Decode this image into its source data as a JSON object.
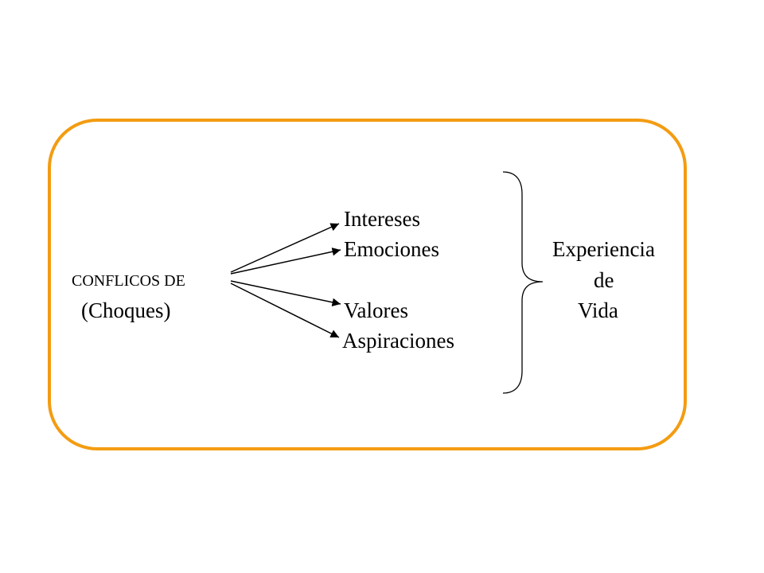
{
  "source": {
    "label": "CONFLICOS DE",
    "sub": "(Choques)"
  },
  "terms": [
    "Intereses",
    "Emociones",
    "Valores",
    "Aspiraciones"
  ],
  "result": {
    "lines": [
      "Experiencia",
      "de",
      "Vida"
    ]
  },
  "colors": {
    "frame": "#f39c12",
    "ink": "#000000"
  }
}
